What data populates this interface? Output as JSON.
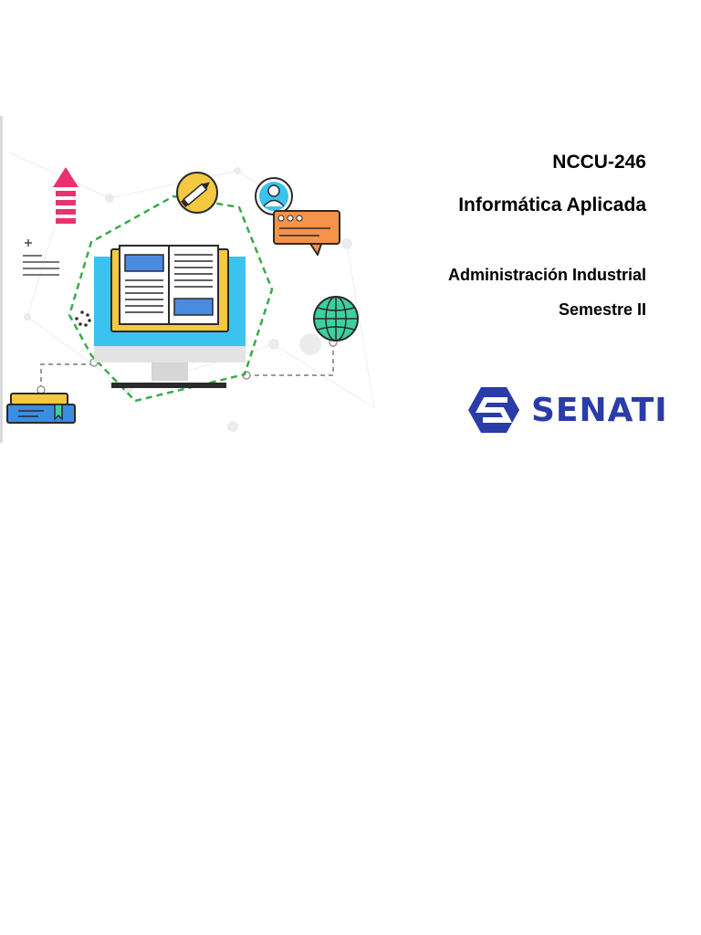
{
  "document": {
    "course_code": "NCCU-246",
    "course_name": "Informática Aplicada",
    "career": "Administración Industrial",
    "semester": "Semestre II"
  },
  "logo": {
    "text": "SENATI",
    "icon": "senati-hexagon-s-icon",
    "color": "#2a3ca8"
  },
  "illustration": {
    "icons": [
      "arrow-up-icon",
      "text-lines-icon",
      "pencil-icon",
      "user-icon",
      "chat-bubble-icon",
      "open-book-icon",
      "monitor-icon",
      "globe-icon",
      "books-stack-icon",
      "loading-icon"
    ],
    "accent_colors": {
      "screen": "#3bc3f0",
      "book": "#f5c842",
      "chat": "#f5934a",
      "globe": "#3fcf9e",
      "arrow": "#e8336d",
      "dashed_ring": "#3aaa4a"
    }
  }
}
